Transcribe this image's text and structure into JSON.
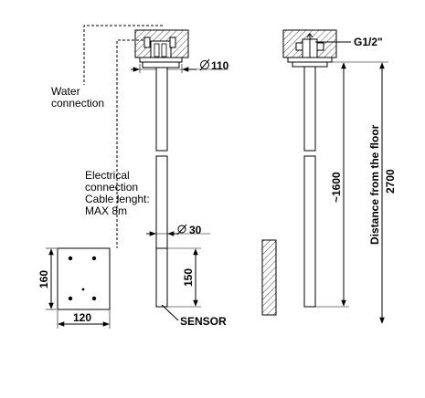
{
  "labels": {
    "water": [
      "Water",
      "connection"
    ],
    "electrical": [
      "Electrical",
      "connection",
      "Cable lenght:",
      "MAX 8m"
    ],
    "dia_110": "110",
    "dia_30": "30",
    "dim_150": "150",
    "dim_160": "160",
    "dim_120": "120",
    "sensor": "SENSOR",
    "thread": "G1/2\"",
    "dim_1600": "~1600",
    "floor": "Distance from the floor",
    "dim_2700": "2700"
  }
}
